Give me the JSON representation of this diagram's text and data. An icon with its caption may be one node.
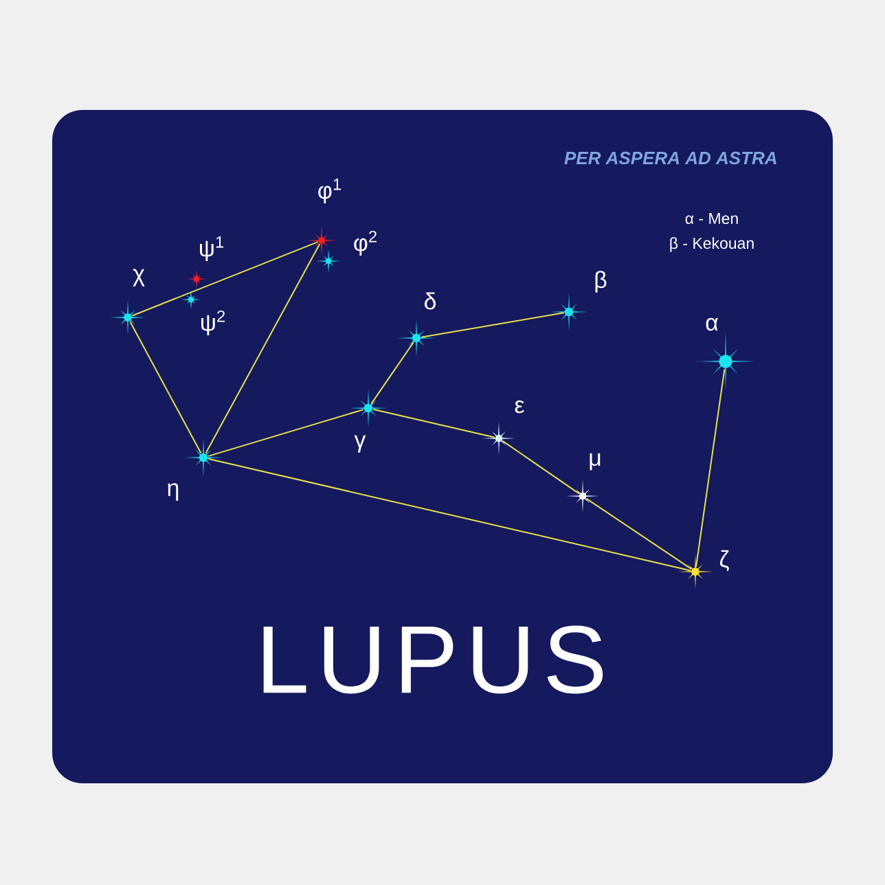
{
  "diagram": {
    "title": "LUPUS",
    "nodes": [
      {
        "text": [],
        "shape": "star",
        "beside": [
          "χ"
        ]
      },
      {
        "text": [],
        "shape": "star",
        "beside": [
          "ψ$^{1}$"
        ]
      },
      {
        "text": [],
        "shape": "star",
        "beside": [
          "ψ$^{2}$"
        ]
      },
      {
        "text": [],
        "shape": "star",
        "beside": [
          "φ$^{1}$"
        ]
      },
      {
        "text": [],
        "shape": "star",
        "beside": [
          "φ$^{2}$"
        ]
      },
      {
        "text": [],
        "shape": "star",
        "beside": [
          "δ"
        ]
      },
      {
        "text": [],
        "shape": "star",
        "beside": [
          "β"
        ]
      },
      {
        "text": [],
        "shape": "star",
        "beside": [
          "α"
        ]
      },
      {
        "text": [],
        "shape": "star",
        "beside": [
          "γ"
        ]
      },
      {
        "text": [],
        "shape": "star",
        "beside": [
          "ε"
        ]
      },
      {
        "text": [],
        "shape": "star",
        "beside": [
          "η"
        ]
      },
      {
        "text": [],
        "shape": "star",
        "beside": [
          "μ"
        ]
      },
      {
        "text": [],
        "shape": "star",
        "beside": [
          "ζ"
        ]
      }
    ],
    "edges": [
      {
        "from": 0,
        "to": 3,
        "arrow": "none"
      },
      {
        "from": 0,
        "to": 10,
        "arrow": "none"
      },
      {
        "from": 10,
        "to": 3,
        "arrow": "none"
      },
      {
        "from": 10,
        "to": 8,
        "arrow": "none"
      },
      {
        "from": 8,
        "to": 5,
        "arrow": "none"
      },
      {
        "from": 5,
        "to": 6,
        "arrow": "none"
      },
      {
        "from": 8,
        "to": 9,
        "arrow": "none"
      },
      {
        "from": 9,
        "to": 11,
        "arrow": "none"
      },
      {
        "from": 11,
        "to": 12,
        "arrow": "none"
      },
      {
        "from": 10,
        "to": 12,
        "arrow": "none"
      },
      {
        "from": 12,
        "to": 7,
        "arrow": "none"
      }
    ],
    "labels": [
      "PER ASPERA AD ASTRA",
      "α - Men",
      "β - Kekouan"
    ]
  }
}
